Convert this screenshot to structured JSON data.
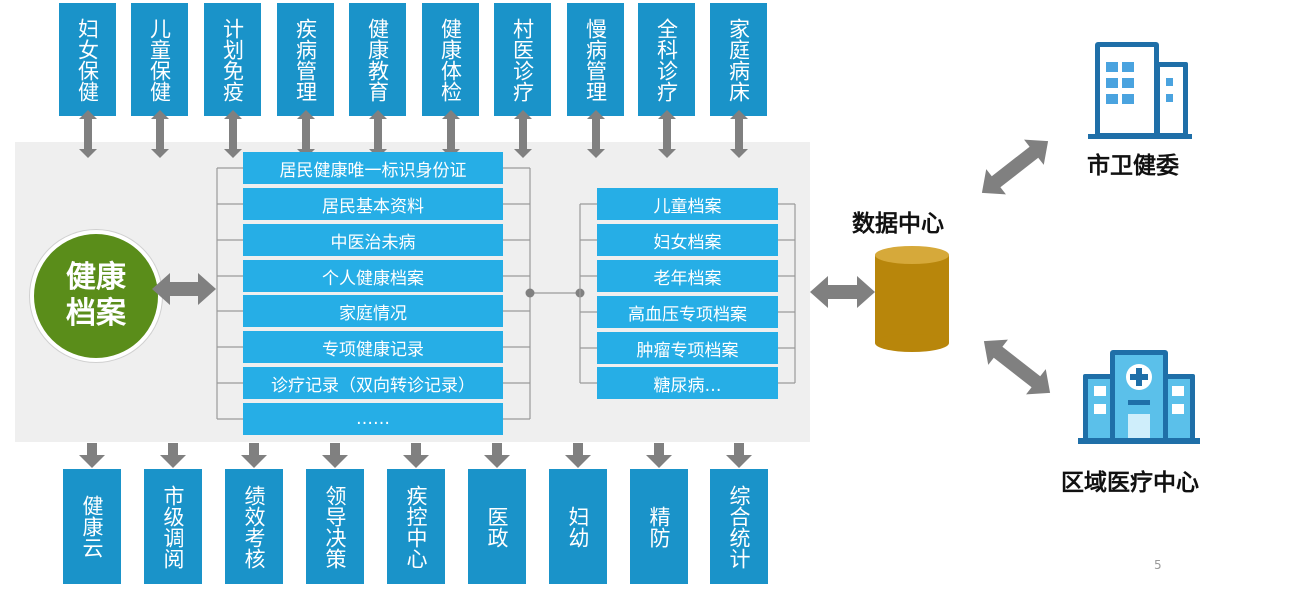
{
  "top_services": [
    "妇女保健",
    "儿童保健",
    "计划免疫",
    "疾病管理",
    "健康教育",
    "健康体检",
    "村医诊疗",
    "慢病管理",
    "全科诊疗",
    "家庭病床"
  ],
  "bottom_services": [
    "健康云",
    "市级调阅",
    "绩效考核",
    "领导决策",
    "疾控中心",
    "医政",
    "妇幼",
    "精防",
    "综合统计"
  ],
  "core": {
    "line1": "健康",
    "line2": "档案"
  },
  "record_items": [
    "居民健康唯一标识身份证",
    "居民基本资料",
    "中医治未病",
    "个人健康档案",
    "家庭情况",
    "专项健康记录",
    "诊疗记录（双向转诊记录）",
    "……"
  ],
  "special_records": [
    "儿童档案",
    "妇女档案",
    "老年档案",
    "高血压专项档案",
    "肿瘤专项档案",
    "糖尿病…"
  ],
  "data_center": "数据中心",
  "municipal": "市卫健委",
  "regional": "区域医疗中心",
  "page_number": "5",
  "colors": {
    "box": "#1a93c9",
    "bar": "#26aee6",
    "core": "#5a8d1a",
    "arrow": "#808080",
    "cylinder": "#b8860b"
  }
}
